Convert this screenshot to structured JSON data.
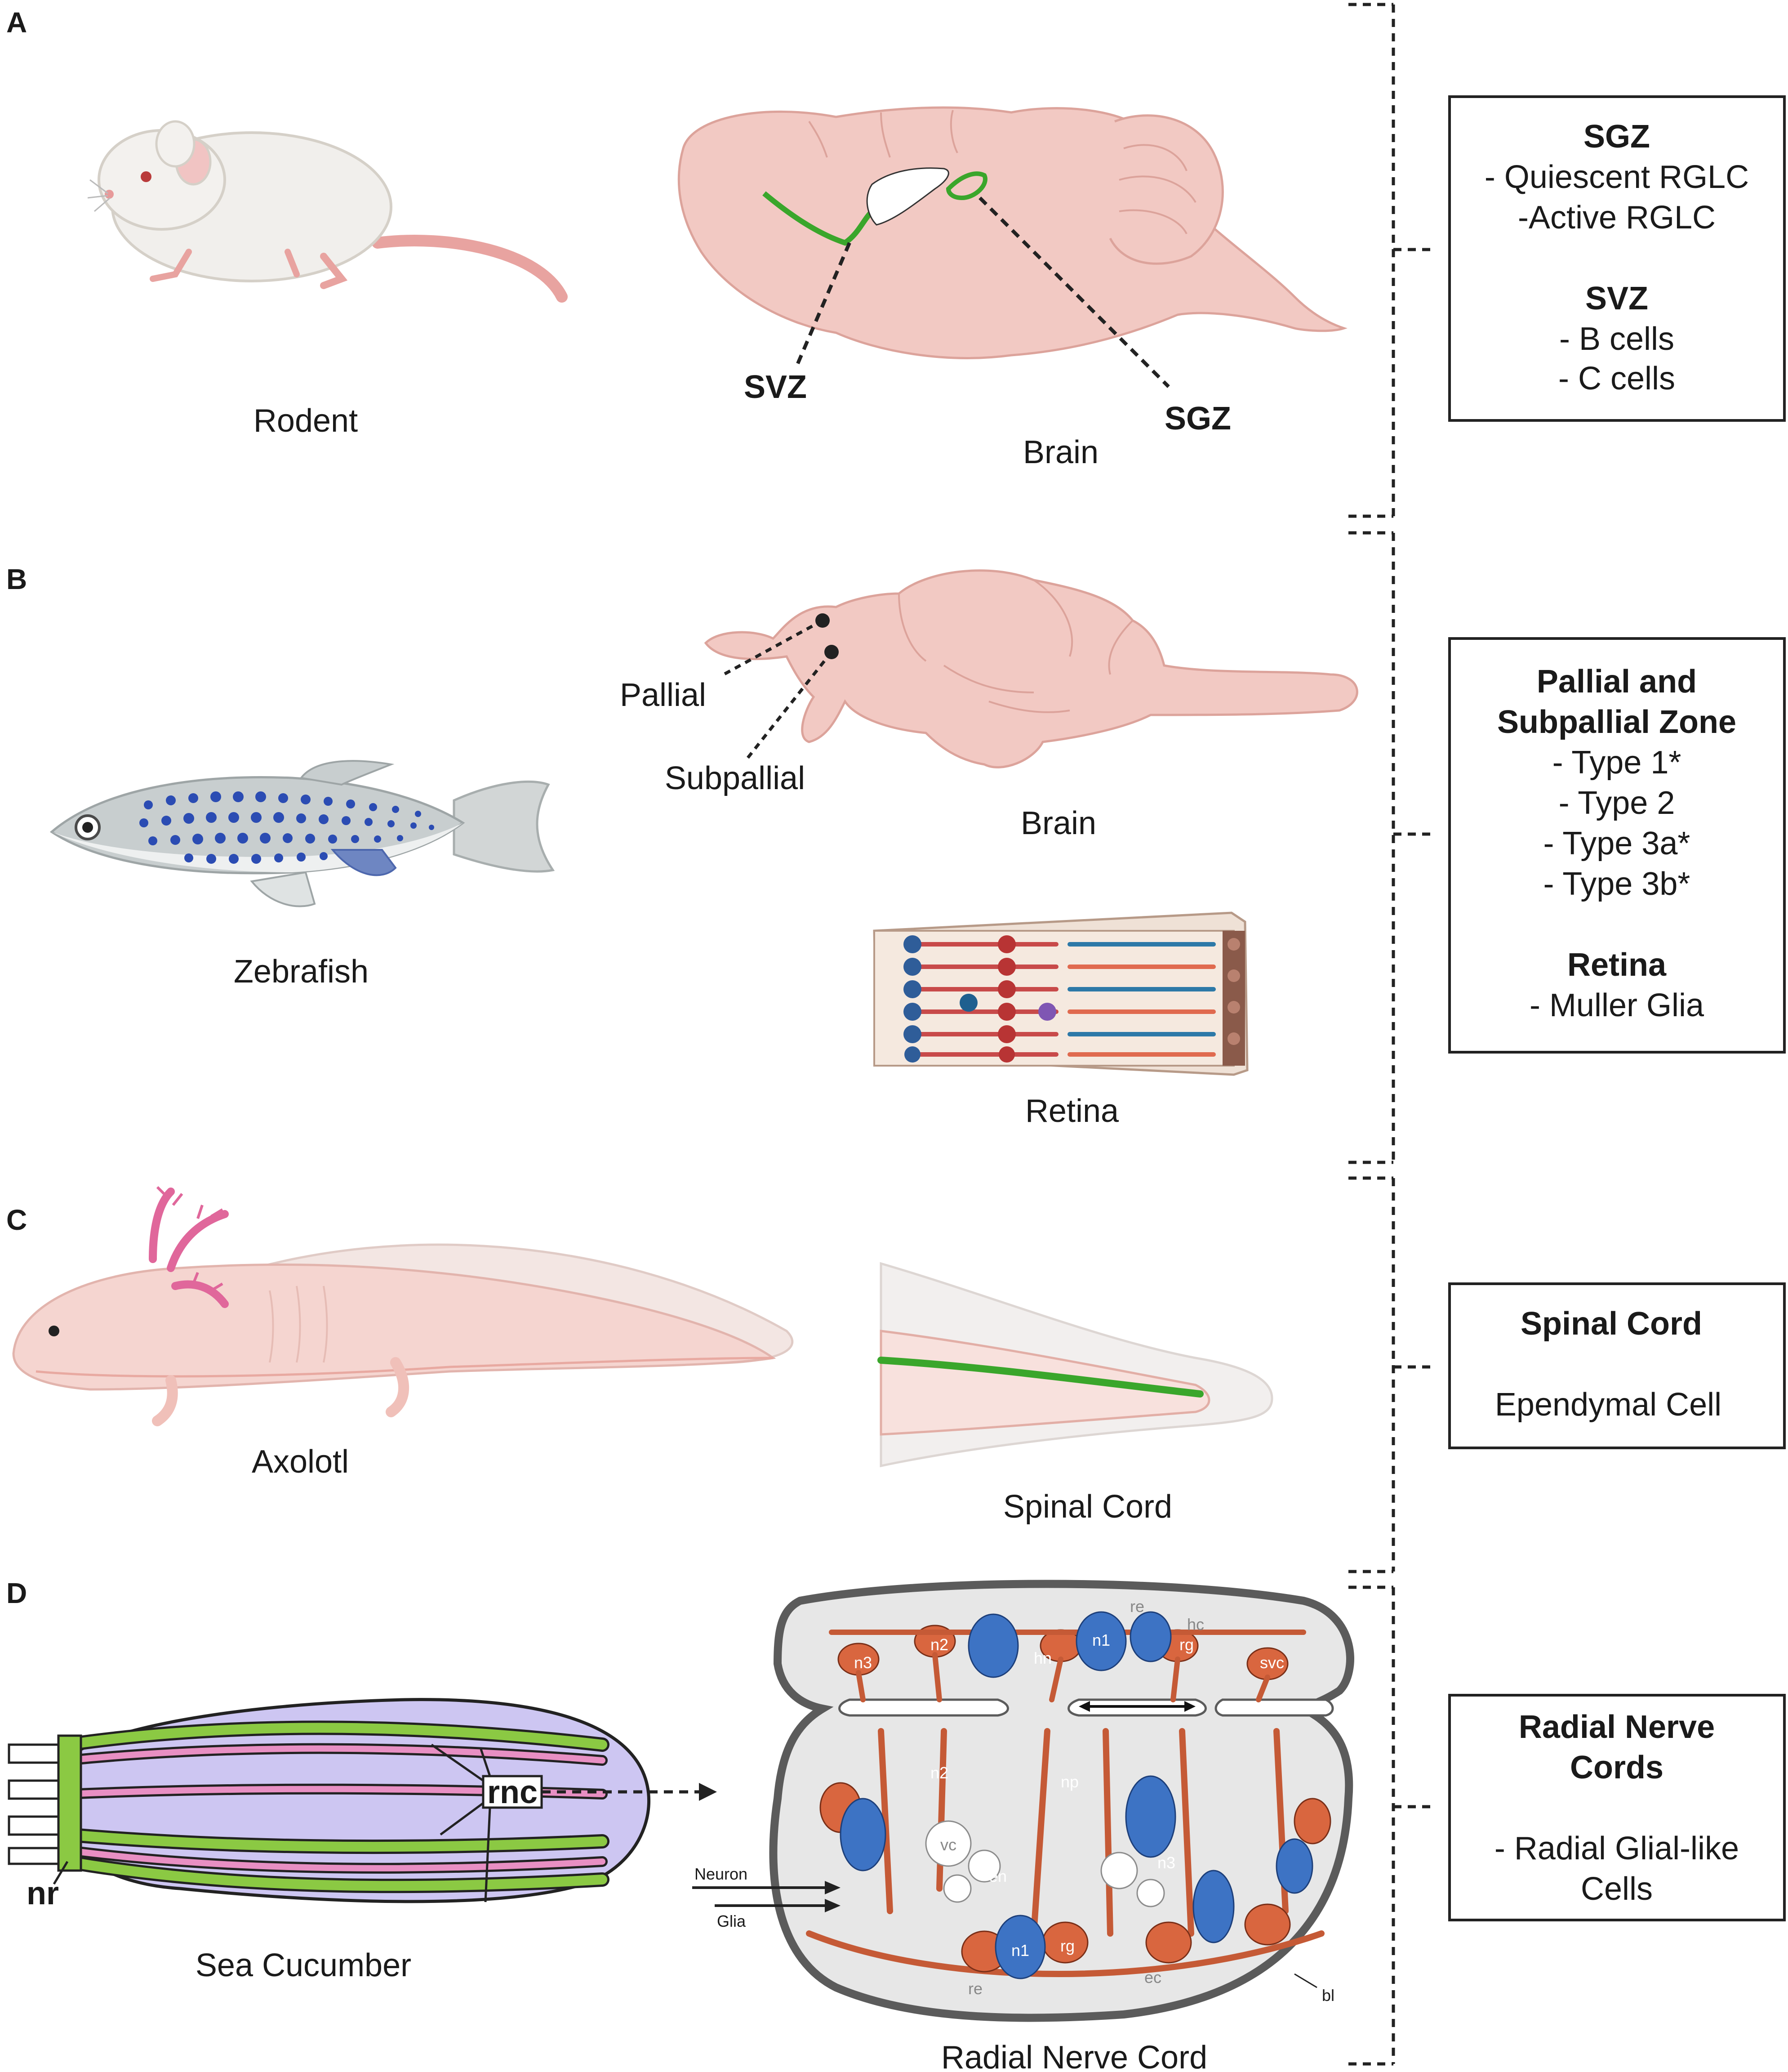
{
  "colors": {
    "brain_pink": "#f2c9c3",
    "highlight_green": "#3aa62b",
    "glia_orange": "#d9663f",
    "neuron_blue": "#3d73c4",
    "sea_cucumber_body": "#cdc6f2",
    "stripe_pink": "#e88fc3",
    "stripe_green": "#8bc943"
  },
  "panels": {
    "a": {
      "letter": "A",
      "organism_label": "Rodent",
      "organ_label": "Brain",
      "svz_label": "SVZ",
      "sgz_label": "SGZ",
      "box": {
        "title1": "SGZ",
        "item1": "- Quiescent RGLC",
        "item2": "-Active RGLC",
        "title2": "SVZ",
        "item3": "- B cells",
        "item4": "- C cells"
      }
    },
    "b": {
      "letter": "B",
      "organism_label": "Zebrafish",
      "organ_label": "Brain",
      "pallial_label": "Pallial",
      "subpallial_label": "Subpallial",
      "retina_label": "Retina",
      "box": {
        "title1a": "Pallial and",
        "title1b": "Subpallial Zone",
        "item1": "- Type 1*",
        "item2": "- Type 2",
        "item3": "- Type 3a*",
        "item4": "- Type 3b*",
        "title2": "Retina",
        "item5": "- Muller Glia"
      }
    },
    "c": {
      "letter": "C",
      "organism_label": "Axolotl",
      "organ_label": "Spinal Cord",
      "box": {
        "title": "Spinal Cord",
        "item": "Ependymal Cell"
      }
    },
    "d": {
      "letter": "D",
      "organism_label": "Sea Cucumber",
      "organ_label": "Radial Nerve Cord",
      "rnc_label": "rnc",
      "nr_label": "nr",
      "neuron_label": "Neuron",
      "glia_label": "Glia",
      "section_labels": {
        "re_top": "re",
        "hc": "hc",
        "n3_a": "n3",
        "n2_a": "n2",
        "hn": "hn",
        "n1_a": "n1",
        "rg_a": "rg",
        "svc": "svc",
        "n2_b": "n2",
        "np": "np",
        "vc": "vc",
        "en": "en",
        "n3_b": "n3",
        "n1_b": "n1",
        "rg_b": "rg",
        "re_bottom": "re",
        "ec": "ec",
        "bl": "bl"
      },
      "box": {
        "title1": "Radial Nerve",
        "title2": "Cords",
        "item1": "- Radial Glial-like",
        "item2": "Cells"
      }
    }
  }
}
